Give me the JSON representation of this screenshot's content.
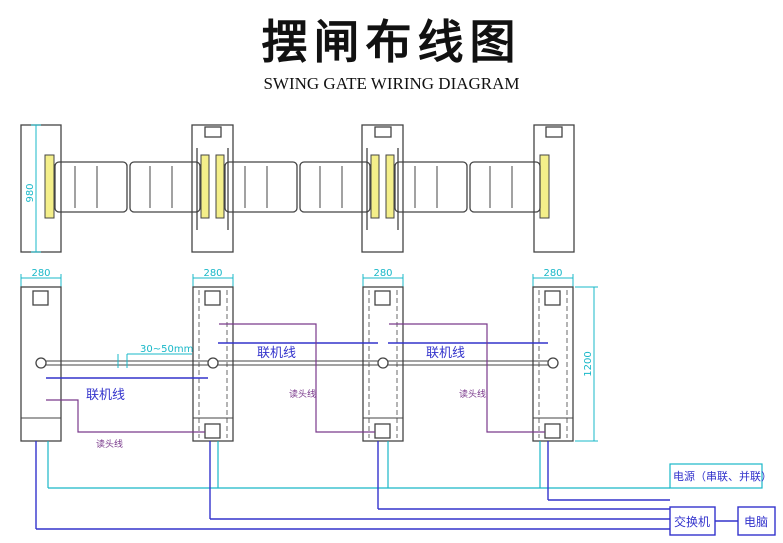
{
  "title_cn": "摆闸布线图",
  "title_en": "SWING GATE WIRING DIAGRAM",
  "dims": {
    "height_top": "980",
    "width": "280",
    "spacing": "30~50mm",
    "height_bottom": "1200"
  },
  "labels": {
    "link_cable": "联机线",
    "reader_cable": "读头线",
    "power": "电源（串联、并联）",
    "switch": "交换机",
    "computer": "电脑"
  },
  "colors": {
    "outline": "#444444",
    "cyan": "#19b8c8",
    "blue": "#3333cc",
    "purple": "#7a3a8c",
    "yellow": "#f4ef8a"
  }
}
